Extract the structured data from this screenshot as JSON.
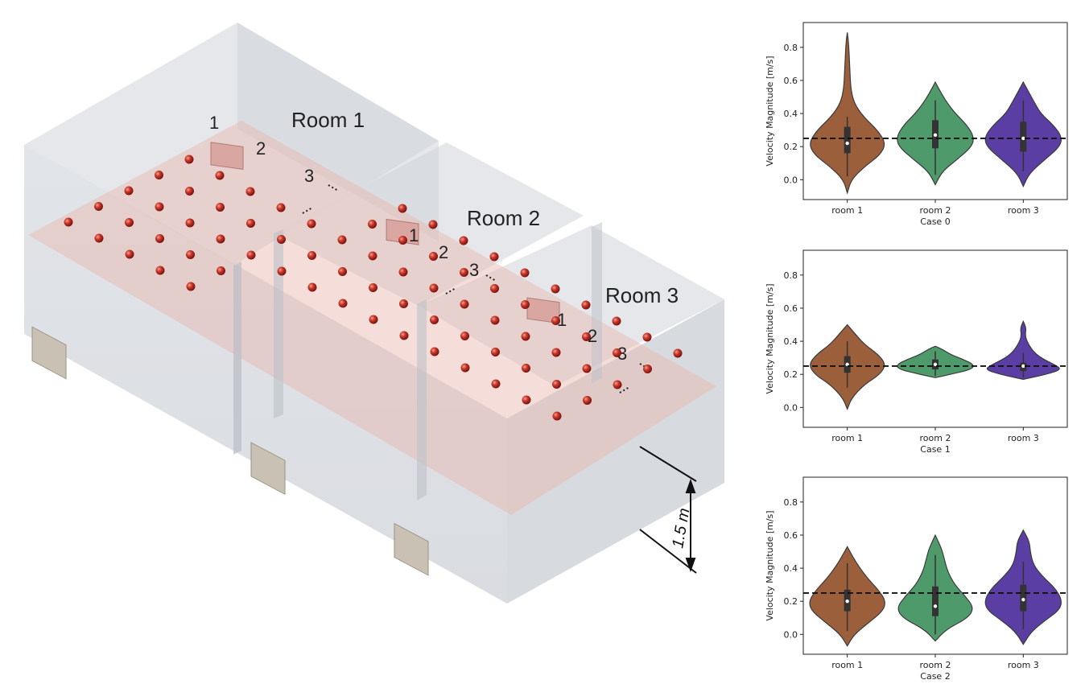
{
  "scene": {
    "rooms": [
      {
        "label": "Room 1"
      },
      {
        "label": "Room 2"
      },
      {
        "label": "Room 3"
      }
    ],
    "sensor_row_labels": [
      "1",
      "2",
      "3"
    ],
    "dimension_label": "1.5 m"
  },
  "chart_data": [
    {
      "type": "violin",
      "title": "",
      "xlabel": "Case 0",
      "ylabel": "Velocity Magnitude [m/s]",
      "categories": [
        "room 1",
        "room 2",
        "room 3"
      ],
      "ylim": [
        -0.12,
        0.95
      ],
      "yticks": [
        0.0,
        0.2,
        0.4,
        0.6,
        0.8
      ],
      "reference_line": 0.25,
      "colors": [
        "#9b5f3b",
        "#4f9a6a",
        "#5a3ea3"
      ],
      "series": [
        {
          "name": "room 1",
          "min": -0.08,
          "max": 0.89,
          "q1": 0.16,
          "median": 0.22,
          "q3": 0.32,
          "wlo": 0.02,
          "whi": 0.38,
          "density": [
            [
              -0.08,
              0.0
            ],
            [
              0.0,
              0.1
            ],
            [
              0.08,
              0.45
            ],
            [
              0.15,
              0.85
            ],
            [
              0.22,
              1.0
            ],
            [
              0.3,
              0.78
            ],
            [
              0.38,
              0.42
            ],
            [
              0.46,
              0.18
            ],
            [
              0.55,
              0.09
            ],
            [
              0.65,
              0.07
            ],
            [
              0.75,
              0.05
            ],
            [
              0.83,
              0.03
            ],
            [
              0.89,
              0.0
            ]
          ]
        },
        {
          "name": "room 2",
          "min": -0.03,
          "max": 0.59,
          "q1": 0.19,
          "median": 0.27,
          "q3": 0.36,
          "wlo": 0.03,
          "whi": 0.48,
          "density": [
            [
              -0.03,
              0.0
            ],
            [
              0.05,
              0.18
            ],
            [
              0.12,
              0.55
            ],
            [
              0.2,
              0.95
            ],
            [
              0.26,
              1.0
            ],
            [
              0.33,
              0.82
            ],
            [
              0.4,
              0.52
            ],
            [
              0.46,
              0.32
            ],
            [
              0.52,
              0.16
            ],
            [
              0.59,
              0.0
            ]
          ]
        },
        {
          "name": "room 3",
          "min": -0.04,
          "max": 0.59,
          "q1": 0.17,
          "median": 0.25,
          "q3": 0.35,
          "wlo": 0.05,
          "whi": 0.48,
          "density": [
            [
              -0.04,
              0.0
            ],
            [
              0.04,
              0.16
            ],
            [
              0.12,
              0.55
            ],
            [
              0.2,
              0.95
            ],
            [
              0.26,
              1.0
            ],
            [
              0.33,
              0.78
            ],
            [
              0.4,
              0.45
            ],
            [
              0.47,
              0.28
            ],
            [
              0.53,
              0.14
            ],
            [
              0.59,
              0.0
            ]
          ]
        }
      ]
    },
    {
      "type": "violin",
      "title": "",
      "xlabel": "Case 1",
      "ylabel": "Velocity Magnitude [m/s]",
      "categories": [
        "room 1",
        "room 2",
        "room 3"
      ],
      "ylim": [
        -0.12,
        0.95
      ],
      "yticks": [
        0.0,
        0.2,
        0.4,
        0.6,
        0.8
      ],
      "reference_line": 0.25,
      "colors": [
        "#9b5f3b",
        "#4f9a6a",
        "#5a3ea3"
      ],
      "series": [
        {
          "name": "room 1",
          "min": -0.01,
          "max": 0.5,
          "q1": 0.21,
          "median": 0.26,
          "q3": 0.31,
          "wlo": 0.12,
          "whi": 0.4,
          "density": [
            [
              -0.01,
              0.0
            ],
            [
              0.06,
              0.12
            ],
            [
              0.14,
              0.45
            ],
            [
              0.2,
              0.85
            ],
            [
              0.26,
              1.0
            ],
            [
              0.32,
              0.8
            ],
            [
              0.38,
              0.45
            ],
            [
              0.44,
              0.22
            ],
            [
              0.5,
              0.0
            ]
          ]
        },
        {
          "name": "room 2",
          "min": 0.18,
          "max": 0.37,
          "q1": 0.23,
          "median": 0.26,
          "q3": 0.29,
          "wlo": 0.19,
          "whi": 0.34,
          "density": [
            [
              0.18,
              0.0
            ],
            [
              0.2,
              0.7
            ],
            [
              0.23,
              1.7
            ],
            [
              0.26,
              1.8
            ],
            [
              0.29,
              1.3
            ],
            [
              0.32,
              0.7
            ],
            [
              0.35,
              0.35
            ],
            [
              0.37,
              0.0
            ]
          ]
        },
        {
          "name": "room 3",
          "min": 0.17,
          "max": 0.52,
          "q1": 0.22,
          "median": 0.25,
          "q3": 0.27,
          "wlo": 0.18,
          "whi": 0.33,
          "density": [
            [
              0.17,
              0.0
            ],
            [
              0.2,
              1.2
            ],
            [
              0.23,
              2.0
            ],
            [
              0.26,
              1.6
            ],
            [
              0.3,
              0.9
            ],
            [
              0.34,
              0.5
            ],
            [
              0.4,
              0.18
            ],
            [
              0.44,
              0.1
            ],
            [
              0.48,
              0.15
            ],
            [
              0.52,
              0.0
            ]
          ]
        }
      ]
    },
    {
      "type": "violin",
      "title": "",
      "xlabel": "Case 2",
      "ylabel": "Velocity Magnitude [m/s]",
      "categories": [
        "room 1",
        "room 2",
        "room 3"
      ],
      "ylim": [
        -0.12,
        0.95
      ],
      "yticks": [
        0.0,
        0.2,
        0.4,
        0.6,
        0.8
      ],
      "reference_line": 0.25,
      "colors": [
        "#9b5f3b",
        "#4f9a6a",
        "#5a3ea3"
      ],
      "series": [
        {
          "name": "room 1",
          "min": -0.07,
          "max": 0.53,
          "q1": 0.14,
          "median": 0.2,
          "q3": 0.27,
          "wlo": 0.02,
          "whi": 0.43,
          "density": [
            [
              -0.07,
              0.0
            ],
            [
              0.0,
              0.18
            ],
            [
              0.07,
              0.55
            ],
            [
              0.14,
              0.92
            ],
            [
              0.2,
              1.0
            ],
            [
              0.27,
              0.8
            ],
            [
              0.34,
              0.52
            ],
            [
              0.41,
              0.3
            ],
            [
              0.47,
              0.14
            ],
            [
              0.53,
              0.0
            ]
          ]
        },
        {
          "name": "room 2",
          "min": -0.04,
          "max": 0.6,
          "q1": 0.11,
          "median": 0.17,
          "q3": 0.29,
          "wlo": 0.0,
          "whi": 0.48,
          "density": [
            [
              -0.04,
              0.0
            ],
            [
              0.03,
              0.28
            ],
            [
              0.1,
              0.85
            ],
            [
              0.16,
              1.0
            ],
            [
              0.23,
              0.78
            ],
            [
              0.3,
              0.5
            ],
            [
              0.38,
              0.32
            ],
            [
              0.45,
              0.24
            ],
            [
              0.52,
              0.16
            ],
            [
              0.6,
              0.0
            ]
          ]
        },
        {
          "name": "room 3",
          "min": -0.06,
          "max": 0.63,
          "q1": 0.14,
          "median": 0.21,
          "q3": 0.3,
          "wlo": 0.03,
          "whi": 0.44,
          "density": [
            [
              -0.06,
              0.0
            ],
            [
              0.02,
              0.22
            ],
            [
              0.09,
              0.6
            ],
            [
              0.15,
              0.95
            ],
            [
              0.21,
              1.0
            ],
            [
              0.28,
              0.82
            ],
            [
              0.35,
              0.5
            ],
            [
              0.42,
              0.26
            ],
            [
              0.5,
              0.18
            ],
            [
              0.56,
              0.16
            ],
            [
              0.63,
              0.0
            ]
          ]
        }
      ]
    }
  ]
}
